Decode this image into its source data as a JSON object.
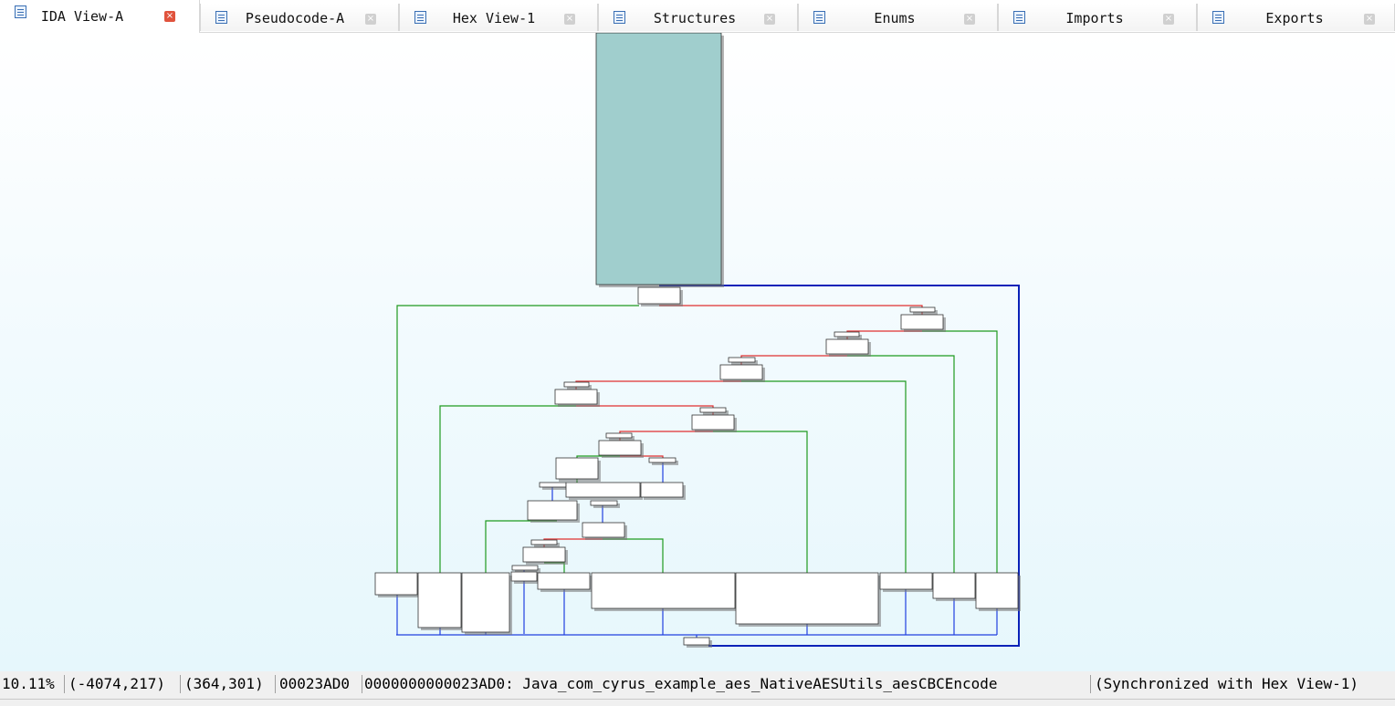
{
  "tabs": [
    {
      "label": "IDA View-A",
      "icon": "ida-view-icon",
      "active": true
    },
    {
      "label": "Pseudocode-A",
      "icon": "pseudocode-icon",
      "active": false
    },
    {
      "label": "Hex View-1",
      "icon": "hex-view-icon",
      "active": false
    },
    {
      "label": "Structures",
      "icon": "structures-icon",
      "active": false
    },
    {
      "label": "Enums",
      "icon": "enums-icon",
      "active": false
    },
    {
      "label": "Imports",
      "icon": "imports-icon",
      "active": false
    },
    {
      "label": "Exports",
      "icon": "exports-icon",
      "active": false
    }
  ],
  "close_glyph": "×",
  "status": {
    "zoom": "10.11%",
    "cursor": "(-4074,217)",
    "node_pos": "(364,301)",
    "offset": "00023AD0",
    "location": "0000000000023AD0: Java_com_cyrus_example_aes_NativeAESUtils_aesCBCEncode",
    "sync": "(Synchronized with Hex View-1)"
  },
  "colors": {
    "entry_block": "#a0cecd",
    "true_edge": "#1f9a1f",
    "false_edge": "#e03030",
    "unconditional_edge": "#2040e0",
    "back_edge": "#0a22b8",
    "tab_close_active": "#e0533d"
  }
}
